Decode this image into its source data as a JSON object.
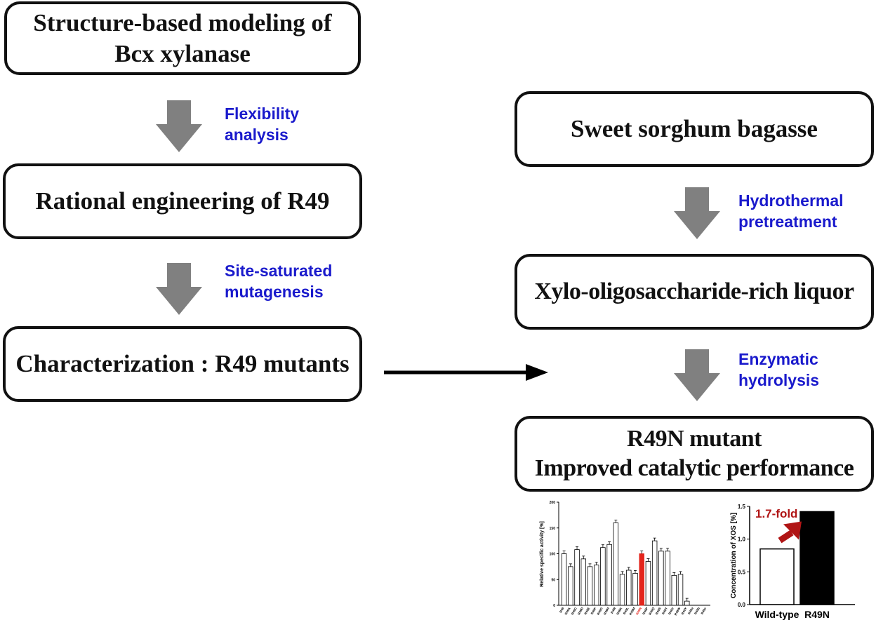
{
  "colors": {
    "arrow_gray": "#808080",
    "label_blue": "#1a1acc",
    "highlight_red": "#e3241b",
    "fold_red": "#b01515"
  },
  "left": {
    "box1_lines": [
      "Structure-based modeling of",
      "Bcx xylanase"
    ],
    "label1_lines": [
      "Flexibility",
      "analysis"
    ],
    "box2": "Rational engineering of R49",
    "label2_lines": [
      "Site-saturated",
      "mutagenesis"
    ],
    "box3": "Characterization : R49 mutants"
  },
  "right": {
    "box1": "Sweet sorghum bagasse",
    "label1_lines": [
      "Hydrothermal",
      "pretreatment"
    ],
    "box2": "Xylo-oligosaccharide-rich liquor",
    "label2_lines": [
      "Enzymatic",
      "hydrolysis"
    ],
    "box3_lines": [
      "R49N mutant",
      "Improved catalytic performance"
    ]
  },
  "chart_data": [
    {
      "type": "bar",
      "ylabel": "Relative specific activity [%]",
      "ylim": [
        0,
        200
      ],
      "yticks": [
        "0",
        "50",
        "100",
        "150",
        "200"
      ],
      "categories": [
        "R49",
        "R49A",
        "R49C",
        "R49D",
        "R49E",
        "R49F",
        "R49G",
        "R49H",
        "R49I",
        "R49K",
        "R49L",
        "R49M",
        "R49N",
        "R49P",
        "R49Q",
        "R49S",
        "R49T",
        "R49V",
        "R49W",
        "R49Y",
        "R49a",
        "R49b",
        "R49c"
      ],
      "highlight_index": 12,
      "values": [
        100,
        75,
        108,
        90,
        75,
        78,
        112,
        118,
        160,
        60,
        68,
        62,
        100,
        85,
        125,
        105,
        105,
        58,
        60,
        8,
        0,
        0,
        0
      ]
    },
    {
      "type": "bar",
      "ylabel": "Concentration of XOS [%]",
      "ylim": [
        0,
        1.5
      ],
      "yticks": [
        "0.0",
        "0.5",
        "1.0",
        "1.5"
      ],
      "categories": [
        "Wild-type",
        "R49N"
      ],
      "values": [
        0.85,
        1.42
      ],
      "annotation": "1.7-fold"
    }
  ]
}
